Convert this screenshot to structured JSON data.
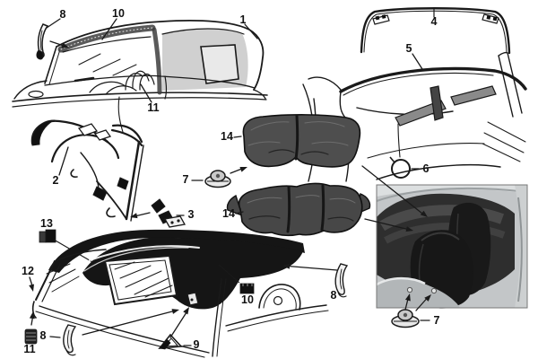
{
  "colors": {
    "ink": "#1a1a1a",
    "paper": "#ffffff",
    "cover_fill": "#4e4e4e",
    "photo_background": "#c3c6c8"
  },
  "callouts": [
    {
      "label": "8"
    },
    {
      "label": "10"
    },
    {
      "label": "1"
    },
    {
      "label": "11"
    },
    {
      "label": "2"
    },
    {
      "label": "3"
    },
    {
      "label": "13"
    },
    {
      "label": "7"
    },
    {
      "label": "14"
    },
    {
      "label": "14"
    },
    {
      "label": "4"
    },
    {
      "label": "5"
    },
    {
      "label": "6"
    },
    {
      "label": "12"
    },
    {
      "label": "8"
    },
    {
      "label": "11"
    },
    {
      "label": "9"
    },
    {
      "label": "10"
    },
    {
      "label": "8"
    },
    {
      "label": "7"
    }
  ]
}
